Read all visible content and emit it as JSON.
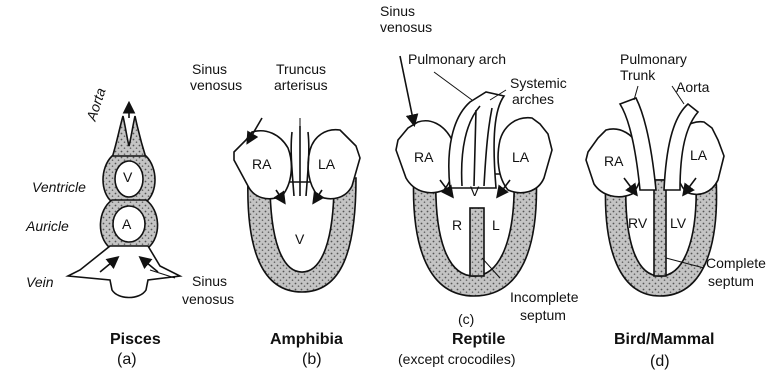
{
  "pisces": {
    "aorta": "Aorta",
    "ventricle": "Ventricle",
    "auricle": "Auricle",
    "vein": "Vein",
    "sinus_venosus": [
      "Sinus",
      "venosus"
    ],
    "v": "V",
    "a": "A",
    "caption_name": "Pisces",
    "caption_letter": "(a)"
  },
  "amphibia": {
    "sinus_venosus": [
      "Sinus",
      "venosus"
    ],
    "truncus": [
      "Truncus",
      "arterisus"
    ],
    "ra": "RA",
    "la": "LA",
    "v": "V",
    "caption_name": "Amphibia",
    "caption_letter": "(b)"
  },
  "reptile": {
    "sinus_venosus": [
      "Sinus",
      "venosus"
    ],
    "pulmonary_arch": "Pulmonary arch",
    "systemic_arches": [
      "Systemic",
      "arches"
    ],
    "ra": "RA",
    "la": "LA",
    "v": "V",
    "r": "R",
    "l": "L",
    "incomplete_septum": [
      "Incomplete",
      "septum"
    ],
    "caption_letter": "(c)",
    "caption_name": "Reptile",
    "caption_note": "(except crocodiles)"
  },
  "bird_mammal": {
    "pulmonary_trunk": [
      "Pulmonary",
      "Trunk"
    ],
    "aorta": "Aorta",
    "ra": "RA",
    "la": "LA",
    "rv": "RV",
    "lv": "LV",
    "complete_septum": [
      "Complete",
      "septum"
    ],
    "caption_name": "Bird/Mammal",
    "caption_letter": "(d)"
  },
  "colors": {
    "ink": "#111111",
    "wall_fill": "#bdbdbd",
    "background": "#ffffff"
  }
}
